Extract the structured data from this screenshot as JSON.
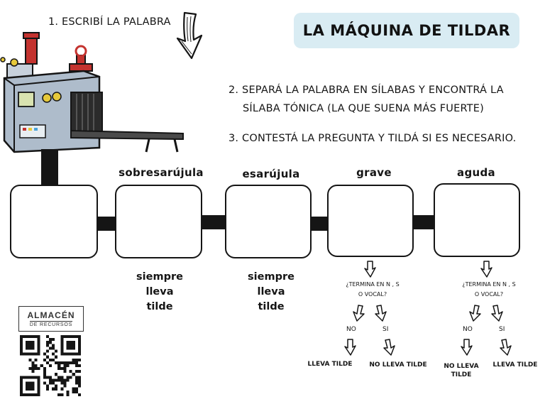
{
  "title": "LA MÁQUINA DE TILDAR",
  "steps": {
    "step1": "1. ESCRIBÍ LA PALABRA",
    "step2_line1": "2. SEPARÁ LA PALABRA EN SÍLABAS Y ENCONTRÁ LA",
    "step2_line2": "SÍLABA TÓNICA (LA QUE SUENA MÁS FUERTE)",
    "step3": "3. CONTESTÁ LA PREGUNTA Y TILDÁ SI ES NECESARIO."
  },
  "categories": {
    "sobresdrujula": "sobresarújula",
    "esdrujula": "esarújula",
    "grave": "grave",
    "aguda": "aguda"
  },
  "rules": {
    "sobresdrujula": [
      "siempre",
      "lleva",
      "tilde"
    ],
    "esdrujula": [
      "siempre",
      "lleva",
      "tilde"
    ]
  },
  "grave_flow": {
    "question_line1": "¿TERMINA EN N , S",
    "question_line2": "O VOCAL?",
    "no": "NO",
    "si": "SI",
    "no_result": "LLEVA TILDE",
    "si_result": "NO LLEVA TILDE"
  },
  "aguda_flow": {
    "question_line1": "¿TERMINA EN N , S",
    "question_line2": "O VOCAL?",
    "no": "NO",
    "si": "SI",
    "no_result_line1": "NO LLEVA",
    "no_result_line2": "TILDE",
    "si_result": "LLEVA TILDE"
  },
  "logo": {
    "line1": "ALMACÉN",
    "line2": "DE RECURSOS"
  },
  "colors": {
    "title_bg": "#d9ecf3",
    "ink": "#151515",
    "machine_body": "#aebccb",
    "machine_red": "#c4332f"
  }
}
